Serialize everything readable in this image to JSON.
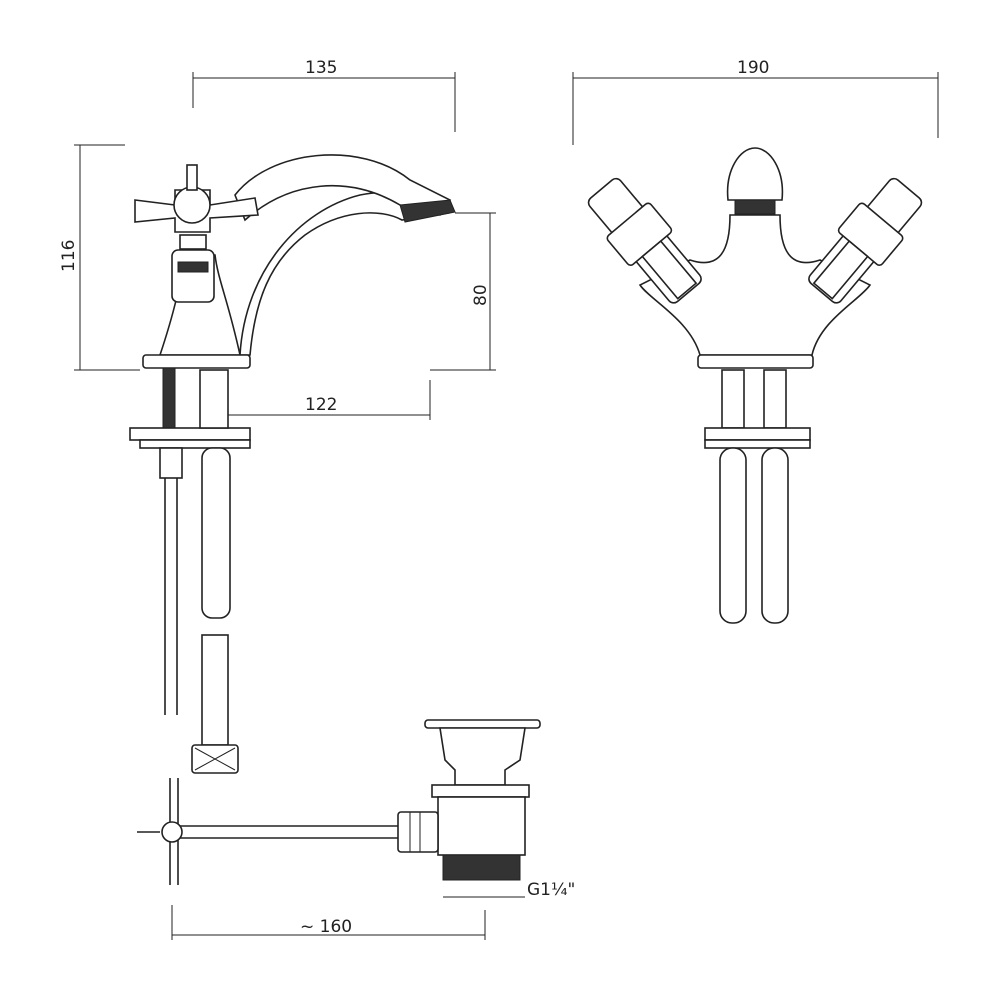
{
  "dimensions": {
    "spout_reach_top": "135",
    "overall_width": "190",
    "overall_height": "116",
    "spout_height": "80",
    "spout_reach_base": "122",
    "waste_rod_length": "~ 160",
    "waste_thread": "G1¼\""
  },
  "colors": {
    "line": "#222222",
    "background": "#ffffff"
  }
}
